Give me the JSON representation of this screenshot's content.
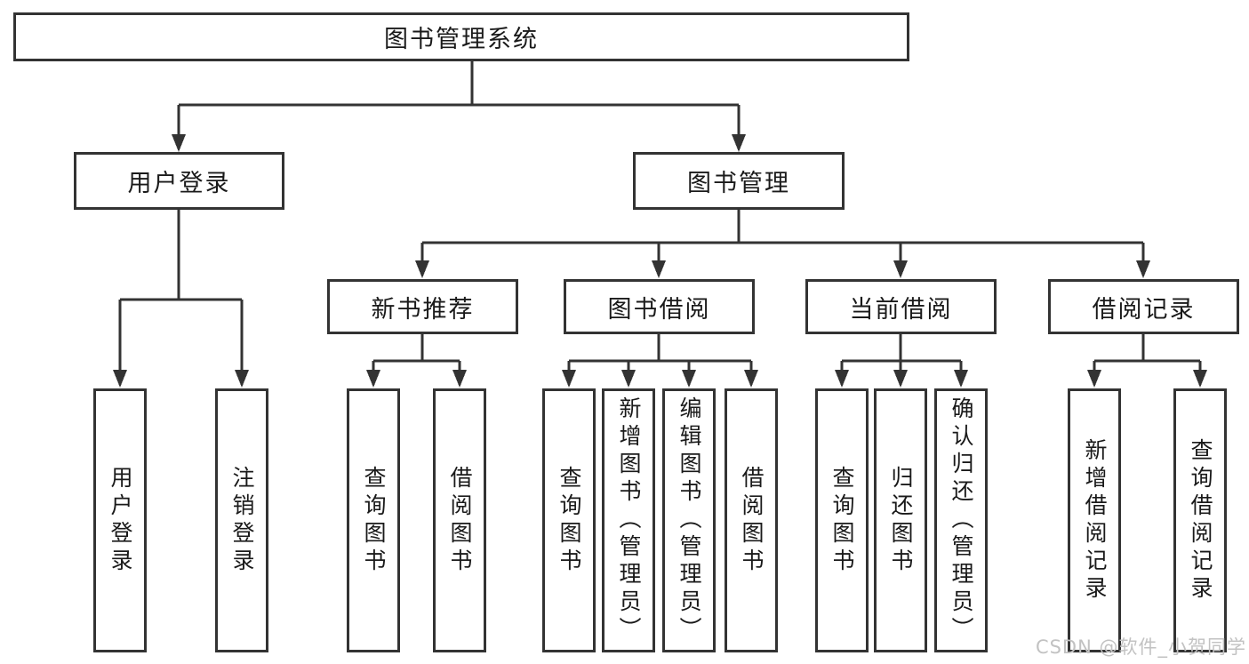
{
  "colors": {
    "line": "#333333",
    "text": "#1a1a1a",
    "watermark": "#c2c2c2",
    "background": "#ffffff"
  },
  "watermark": {
    "text": "CSDN @软件_小贺同学"
  },
  "tree": {
    "root": {
      "label": "图书管理系统"
    },
    "branches": [
      {
        "label": "用户登录",
        "children": [
          {
            "label": "用户登录"
          },
          {
            "label": "注销登录"
          }
        ]
      },
      {
        "label": "图书管理",
        "children": [
          {
            "label": "新书推荐",
            "children": [
              {
                "label": "查询图书"
              },
              {
                "label": "借阅图书"
              }
            ]
          },
          {
            "label": "图书借阅",
            "children": [
              {
                "label": "查询图书"
              },
              {
                "label": "新增图书（管理员）"
              },
              {
                "label": "编辑图书（管理员）"
              },
              {
                "label": "借阅图书"
              }
            ]
          },
          {
            "label": "当前借阅",
            "children": [
              {
                "label": "查询图书"
              },
              {
                "label": "归还图书"
              },
              {
                "label": "确认归还（管理员）"
              }
            ]
          },
          {
            "label": "借阅记录",
            "children": [
              {
                "label": "新增借阅记录"
              },
              {
                "label": "查询借阅记录"
              }
            ]
          }
        ]
      }
    ]
  }
}
